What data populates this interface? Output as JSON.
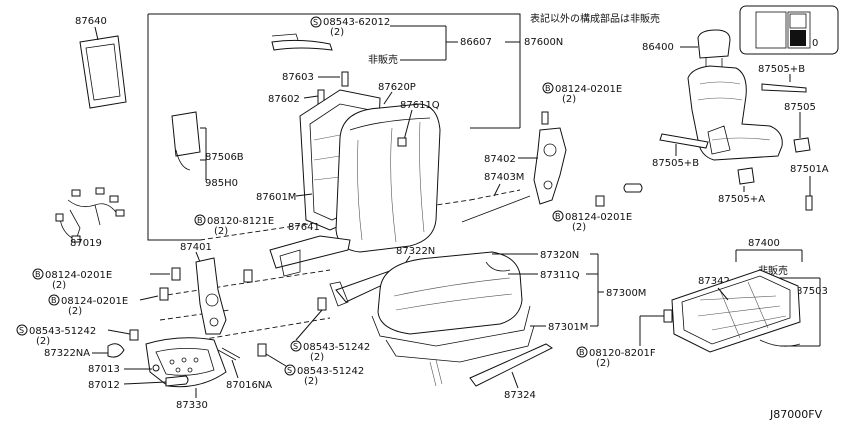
{
  "diagram": {
    "note": "表記以外の構成部品は非販売",
    "code": "J87000FV",
    "inset_label": "0",
    "callouts": {
      "c87640": "87640",
      "c08543_62012": "08543-62012",
      "c08543_62012_qty": "(2)",
      "c86607": "86607",
      "c87600N": "87600N",
      "c_not_sold_1": "非販売",
      "c87603": "87603",
      "c87602": "87602",
      "c87620P": "87620P",
      "c87611Q": "87611Q",
      "c87506B": "87506B",
      "c985H0": "985H0",
      "c08124_0201E_a": "08124-0201E",
      "c08124_0201E_a_qty": "(2)",
      "c87402": "87402",
      "c87403M": "87403M",
      "c87601M": "87601M",
      "c08124_0201E_b": "08124-0201E",
      "c08124_0201E_b_qty": "(2)",
      "c08120_8121E": "08120-8121E",
      "c08120_8121E_qty": "(2)",
      "c87641": "87641",
      "c87019": "87019",
      "c87401": "87401",
      "c87322N": "87322N",
      "c87320N": "87320N",
      "c87311Q": "87311Q",
      "c87300M": "87300M",
      "c08124_0201E_c": "08124-0201E",
      "c08124_0201E_c_qty": "(2)",
      "c08124_0201E_d": "08124-0201E",
      "c08124_0201E_d_qty": "(2)",
      "c08543_51242_a": "08543-51242",
      "c08543_51242_a_qty": "(2)",
      "c87322NA": "87322NA",
      "c87013": "87013",
      "c87012": "87012",
      "c87330": "87330",
      "c87016NA": "87016NA",
      "c08543_51242_b": "08543-51242",
      "c08543_51242_b_qty": "(2)",
      "c08543_51242_c": "08543-51242",
      "c08543_51242_c_qty": "(2)",
      "c87301M": "87301M",
      "c08120_8201F": "08120-8201F",
      "c08120_8201F_qty": "(2)",
      "c87324": "87324",
      "c86400": "86400",
      "c87505B_a": "87505+B",
      "c87505": "87505",
      "c87505B_b": "87505+B",
      "c87501A": "87501A",
      "c87505A": "87505+A",
      "c87400": "87400",
      "c87342": "87342",
      "c_not_sold_2": "非販売",
      "c87503": "87503"
    },
    "symbols": {
      "S": "S",
      "B": "B"
    }
  }
}
